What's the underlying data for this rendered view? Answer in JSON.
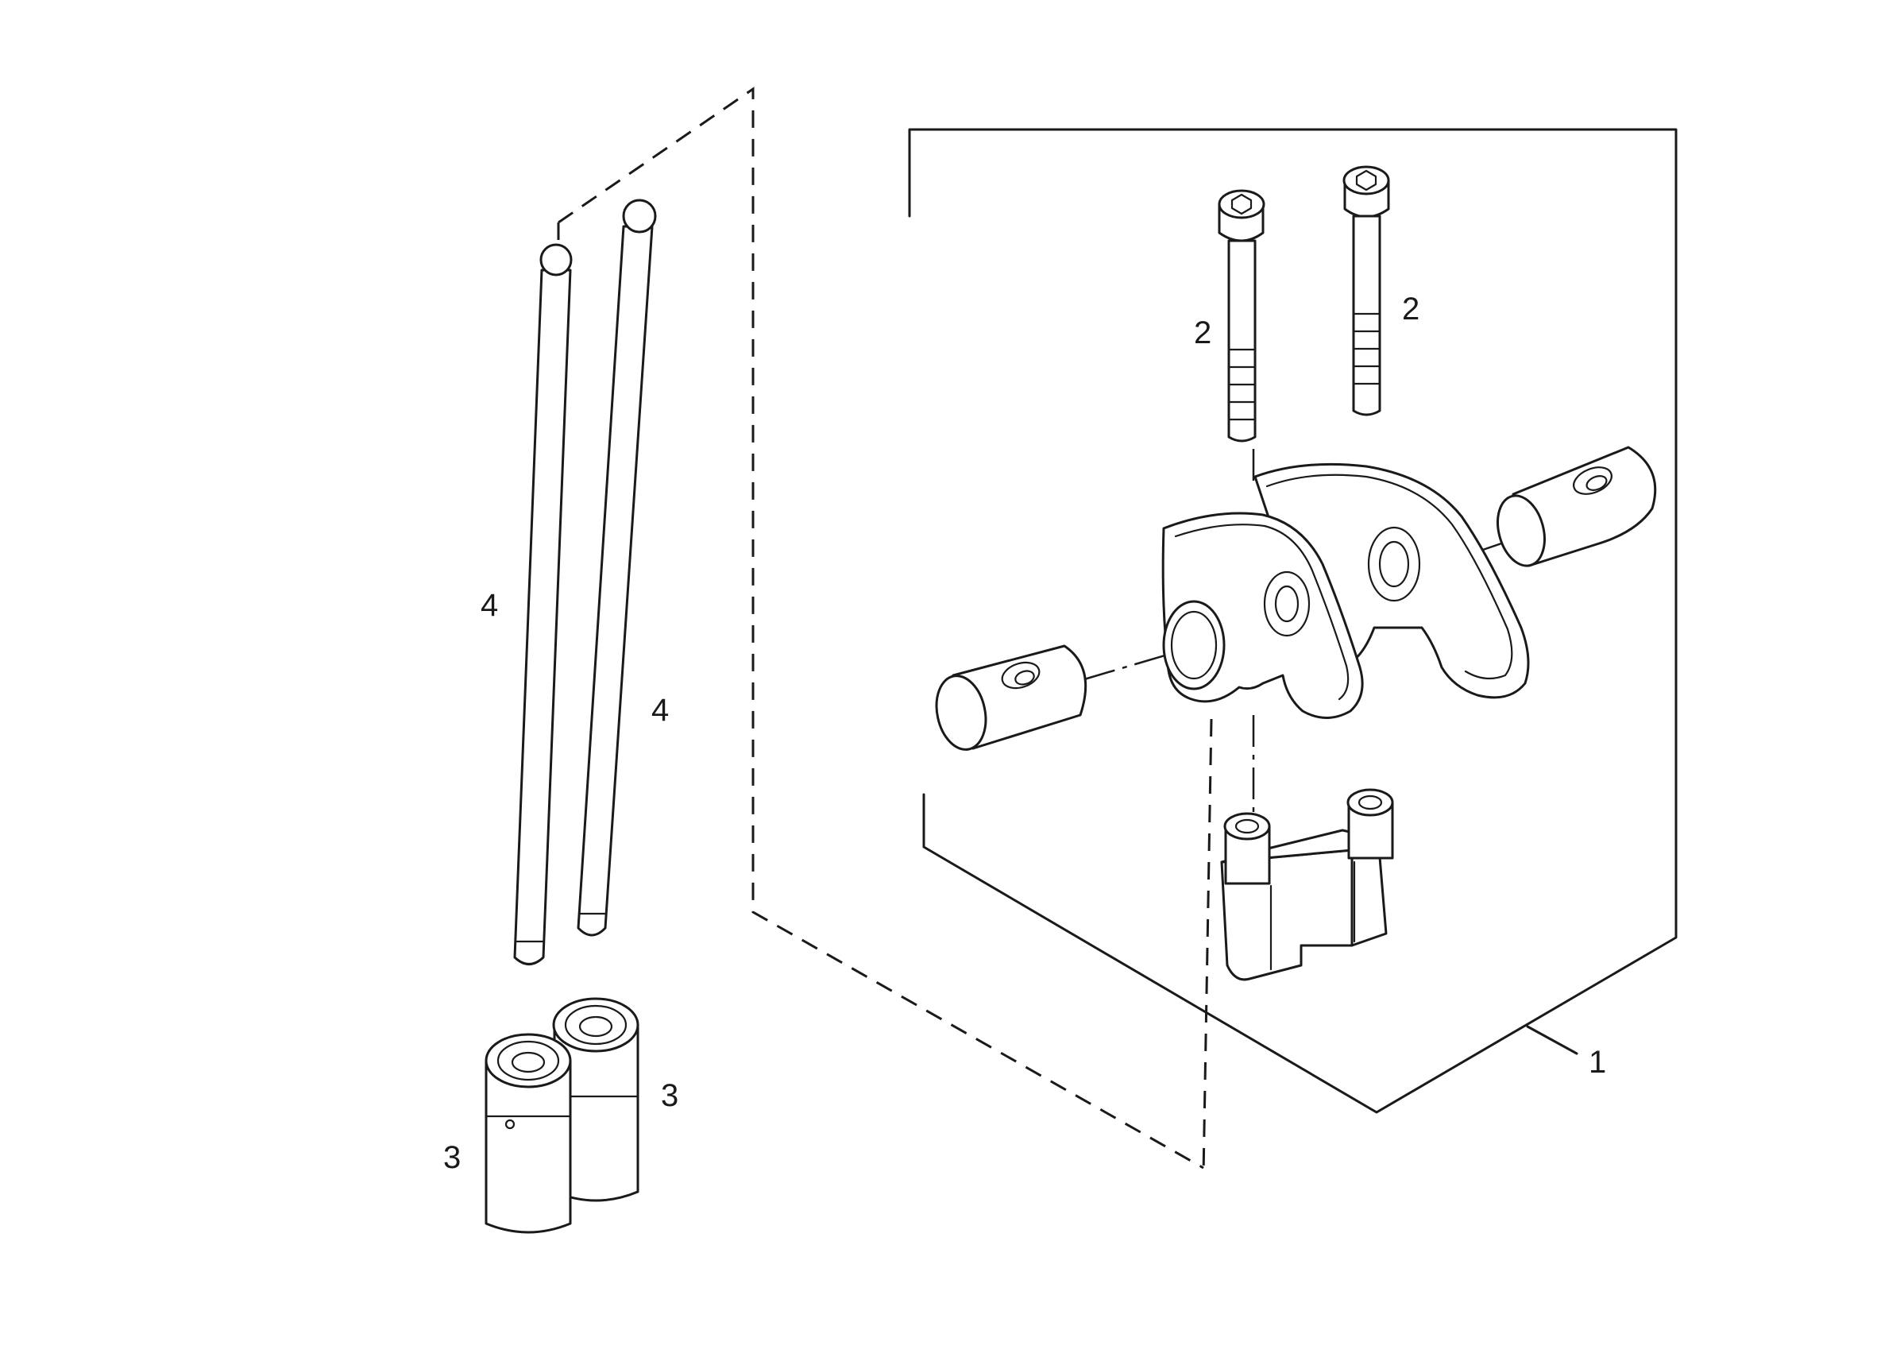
{
  "callouts": {
    "rocker_assembly": "1",
    "screw_left": "2",
    "screw_right": "2",
    "lifter_left": "3",
    "lifter_right": "3",
    "pushrod_left": "4",
    "pushrod_right": "4"
  }
}
